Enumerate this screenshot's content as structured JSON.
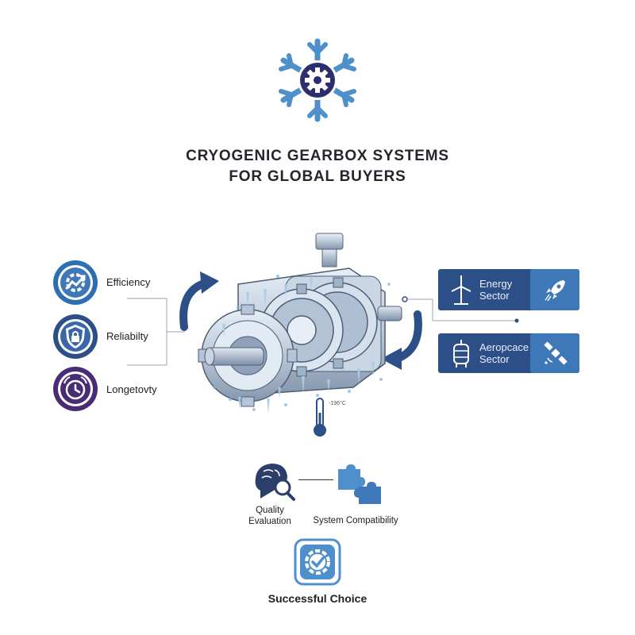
{
  "header": {
    "title_line1": "CRYOGENIC GEARBOX SYSTEMS",
    "title_line2": "FOR GLOBAL BUYERS"
  },
  "attributes": [
    {
      "label": "Efficiency",
      "icon": "efficiency-gear-icon",
      "color": "#2c6fb3"
    },
    {
      "label": "Reliabilty",
      "icon": "shield-lock-icon",
      "color": "#2c4f88"
    },
    {
      "label": "Longetovty",
      "icon": "clock-icon",
      "color": "#4a2c76"
    }
  ],
  "sectors": [
    {
      "line1": "Energy",
      "line2": "Sector",
      "icon": "wind-turbine-icon",
      "side_icon": "rocket-icon"
    },
    {
      "line1": "Aeropcace",
      "line2": "Sector",
      "icon": "tank-icon",
      "side_icon": "satellite-icon"
    }
  ],
  "thermometer": {
    "scale_text": "-196°C"
  },
  "evaluation": {
    "quality_line1": "Quality",
    "quality_line2": "Evaluation",
    "compatibility": "System Compatibility"
  },
  "final": {
    "label": "Successful Choice"
  },
  "colors": {
    "navy": "#2c4f88",
    "blue": "#3f78b8",
    "light_blue": "#4f8fcb",
    "purple": "#4a2c76",
    "ice": "#a9cce8"
  }
}
